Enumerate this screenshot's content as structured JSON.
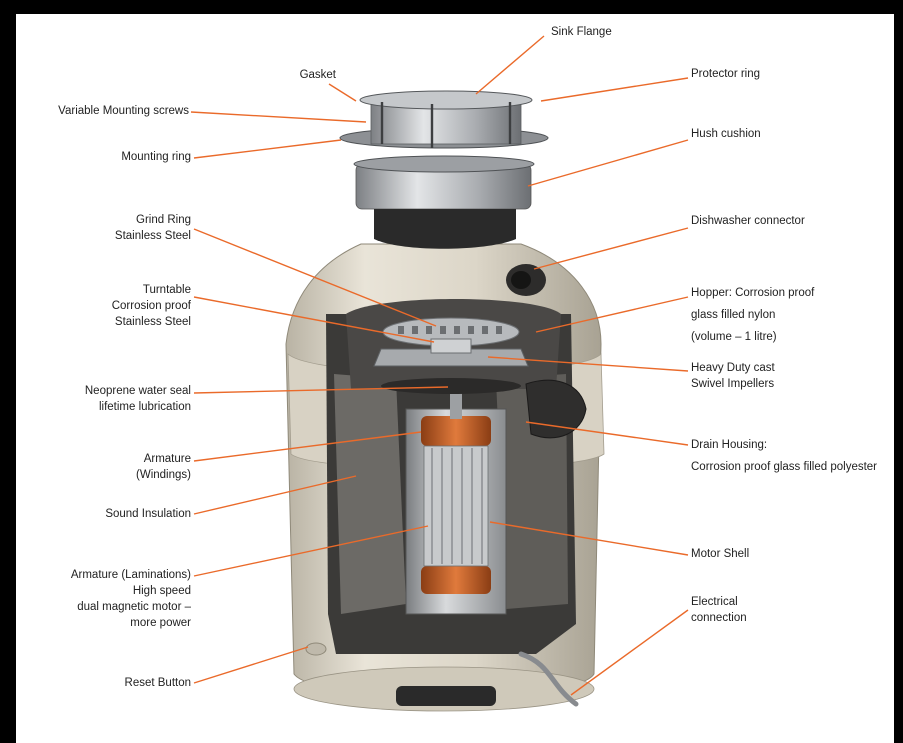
{
  "labels": {
    "sink_flange": "Sink Flange",
    "gasket": "Gasket",
    "protector_ring": "Protector ring",
    "variable_mounting_screws": "Variable Mounting screws",
    "mounting_ring": "Mounting ring",
    "hush_cushion": "Hush cushion",
    "grind_ring": [
      "Grind Ring",
      "Stainless Steel"
    ],
    "dishwasher_connector": "Dishwasher connector",
    "turntable": [
      "Turntable",
      "Corrosion proof",
      "Stainless Steel"
    ],
    "hopper": [
      "Hopper: Corrosion proof",
      "glass filled nylon",
      "(volume – 1 litre)"
    ],
    "impellers": [
      "Heavy Duty cast",
      "Swivel Impellers"
    ],
    "neoprene_seal": [
      "Neoprene water seal",
      "lifetime lubrication"
    ],
    "drain_housing": [
      "Drain Housing:",
      "Corrosion proof glass filled polyester"
    ],
    "armature_windings": [
      "Armature",
      "(Windings)"
    ],
    "sound_insulation": "Sound Insulation",
    "motor_shell": "Motor Shell",
    "armature_laminations": [
      "Armature (Laminations)",
      "High speed",
      "dual magnetic motor –",
      "more power"
    ],
    "electrical_connection": [
      "Electrical",
      "connection"
    ],
    "reset_button": "Reset Button"
  },
  "colors": {
    "background": "#000000",
    "panel": "#ffffff",
    "leader_line": "#ea6a2a",
    "housing": "#ddd7c9",
    "insulation": "#6c6a66",
    "motor_windings": "#c0612a",
    "steel": "#b9bcbf"
  }
}
